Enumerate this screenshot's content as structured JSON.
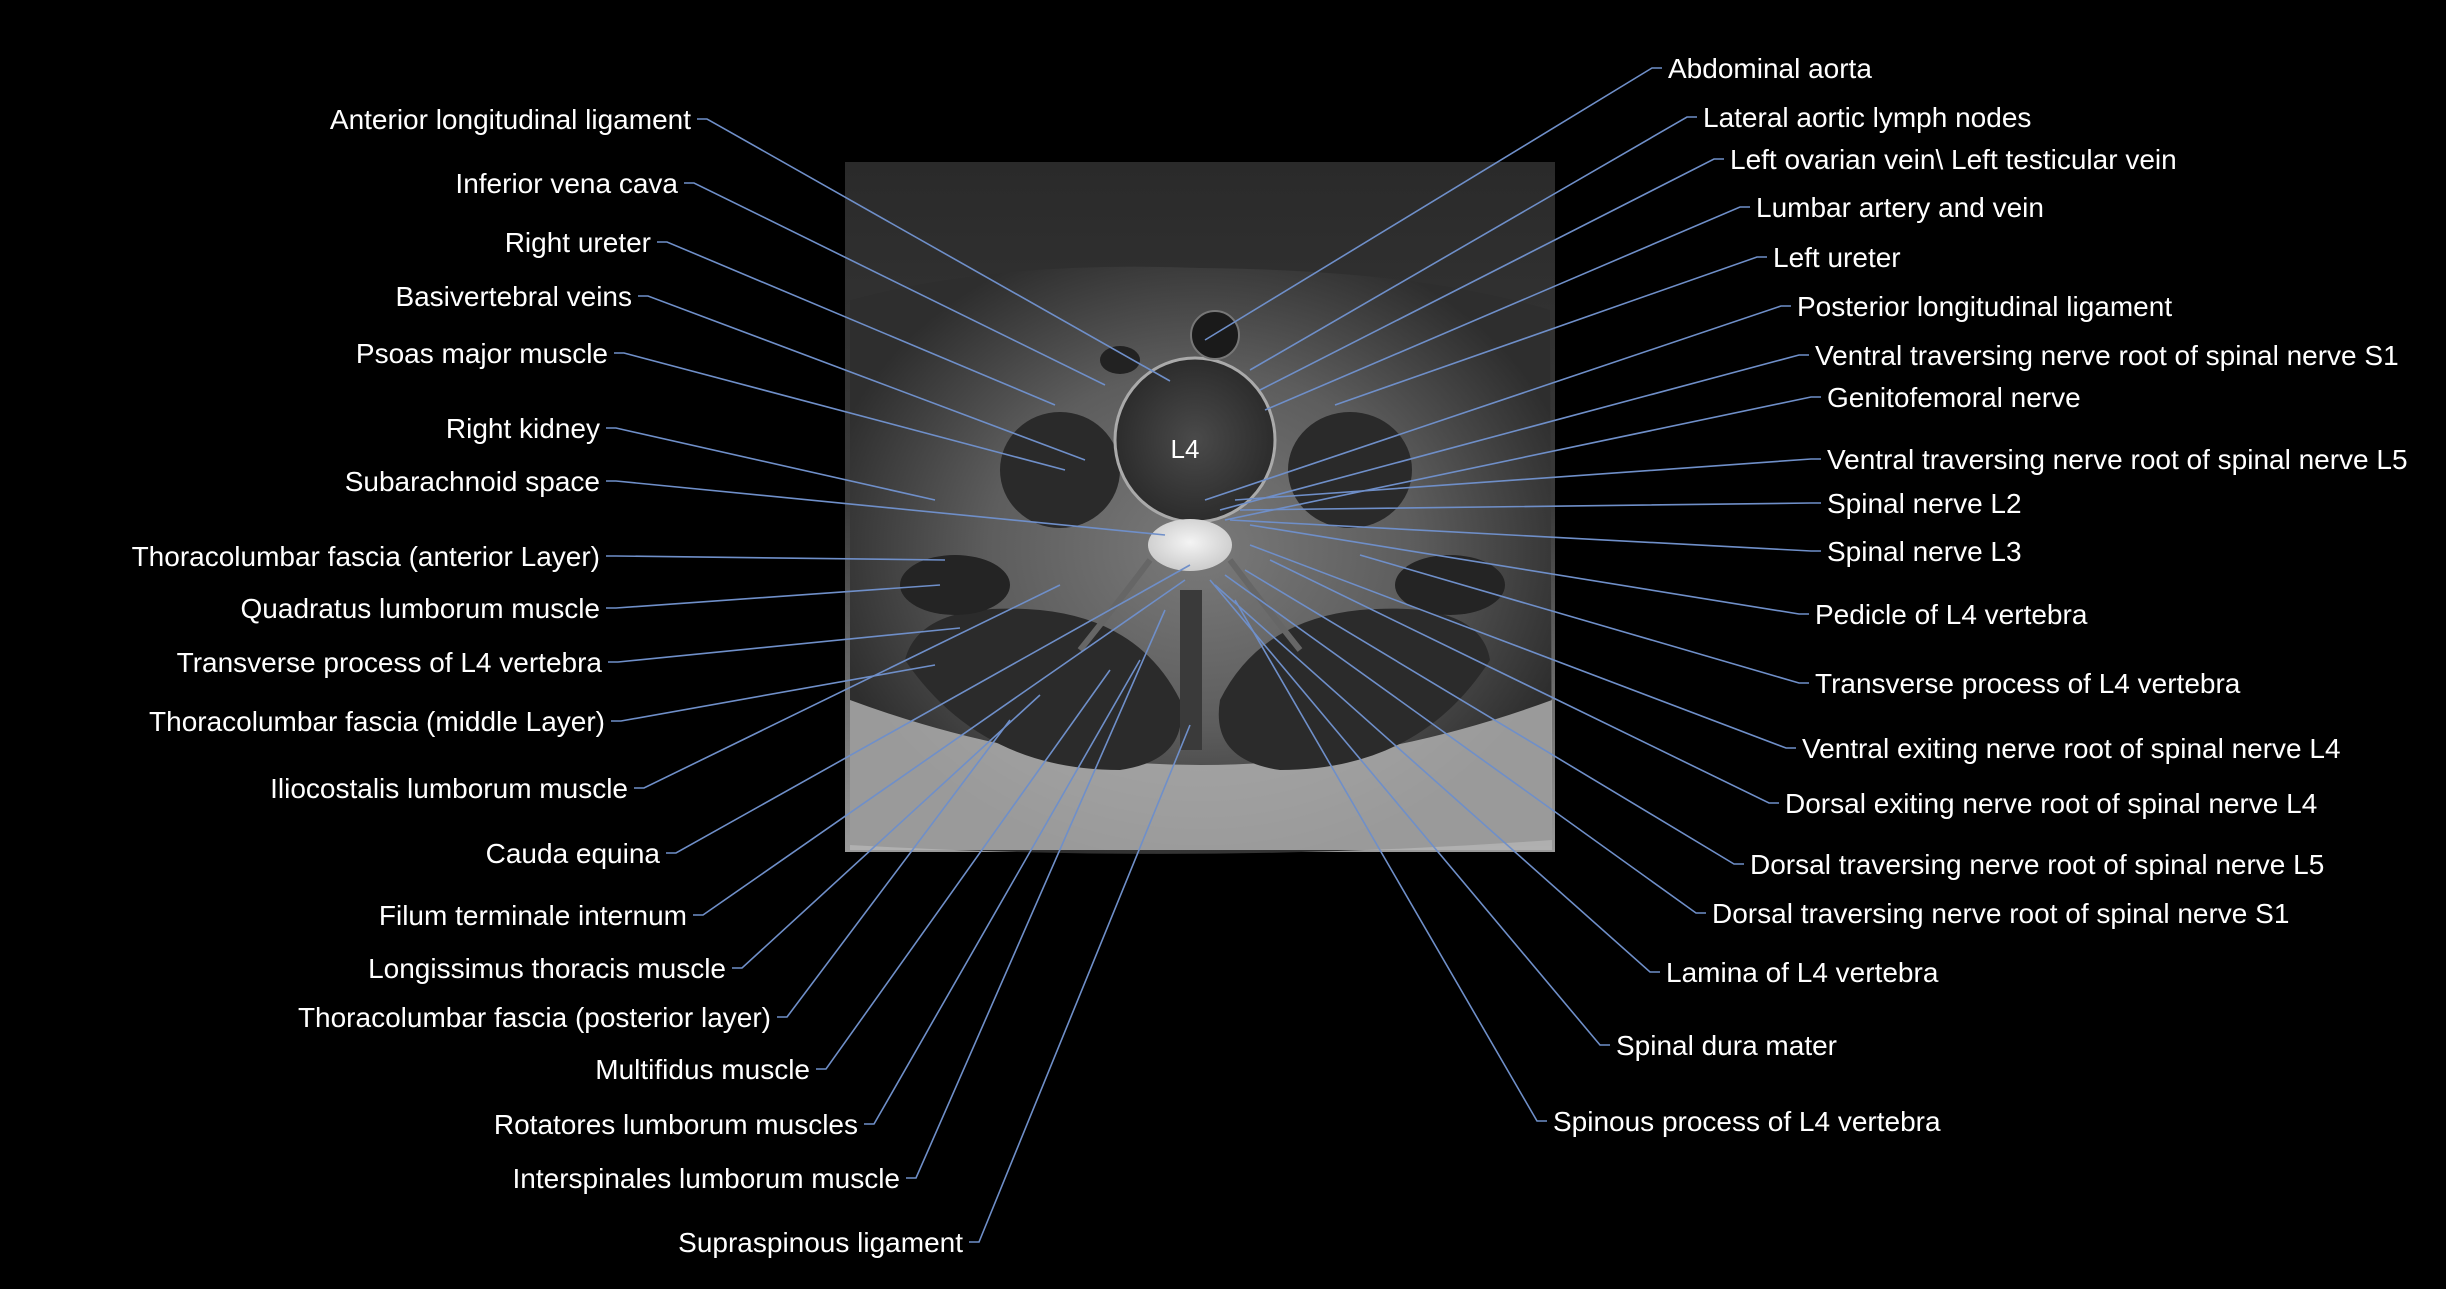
{
  "vertebra_label": "L4",
  "left_labels": [
    "Anterior longitudinal ligament",
    "Inferior vena cava",
    "Right ureter",
    "Basivertebral veins",
    "Psoas major muscle",
    "Right kidney",
    "Subarachnoid space",
    "Thoracolumbar fascia (anterior Layer)",
    "Quadratus lumborum muscle",
    "Transverse process of L4 vertebra",
    "Thoracolumbar fascia (middle Layer)",
    "Iliocostalis lumborum muscle",
    "Cauda equina",
    "Filum terminale internum",
    "Longissimus thoracis muscle",
    "Thoracolumbar fascia (posterior layer)",
    "Multifidus muscle",
    "Rotatores lumborum muscles",
    "Interspinales lumborum muscle",
    "Supraspinous ligament"
  ],
  "right_labels": [
    "Abdominal aorta",
    "Lateral aortic lymph nodes",
    "Left ovarian vein\\ Left testicular vein",
    "Lumbar artery and vein",
    "Left ureter",
    "Posterior longitudinal ligament",
    "Ventral traversing nerve root of spinal nerve S1",
    "Genitofemoral nerve",
    "Ventral traversing nerve root of spinal nerve L5",
    "Spinal nerve L2",
    "Spinal nerve L3",
    "Pedicle of L4 vertebra",
    "Transverse process of L4 vertebra",
    "Ventral exiting nerve root of spinal nerve L4",
    "Dorsal exiting nerve root of spinal nerve L4",
    "Dorsal traversing nerve root of spinal nerve L5",
    "Dorsal traversing nerve root of spinal nerve S1",
    "Lamina of L4 vertebra",
    "Spinal dura mater",
    "Spinous process of L4 vertebra"
  ]
}
